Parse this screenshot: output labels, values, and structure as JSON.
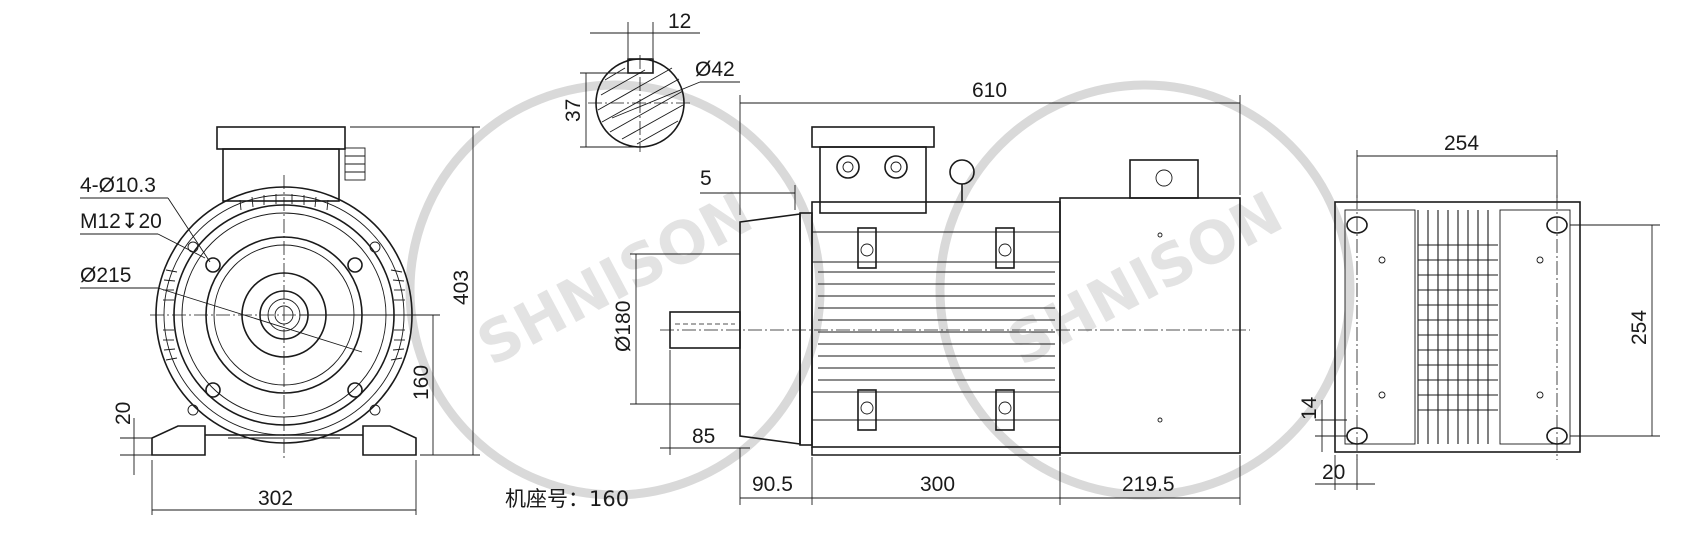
{
  "watermark": {
    "text": "SHNISON",
    "color": "#d9d9d9"
  },
  "views": {
    "end_view": {
      "holes_label": "4-Ø10.3",
      "thread_label": "M12↧20",
      "flange_dia_label": "Ø215",
      "width_label": "302",
      "height_label": "403",
      "shaft_height_label": "160",
      "foot_height_label": "20"
    },
    "shaft_section": {
      "keyway_label": "12",
      "depth_label": "37",
      "diameter_label": "Ø42"
    },
    "side_view": {
      "length_label": "610",
      "flange_thickness_label": "5",
      "spigot_label": "Ø180",
      "shaft_length_label": "85",
      "seg1_label": "90.5",
      "seg2_label": "300",
      "seg3_label": "219.5"
    },
    "top_view": {
      "width_label": "254",
      "depth_label": "254",
      "offset_label": "14",
      "edge_label": "20"
    }
  },
  "frame_caption": "机座号：160"
}
